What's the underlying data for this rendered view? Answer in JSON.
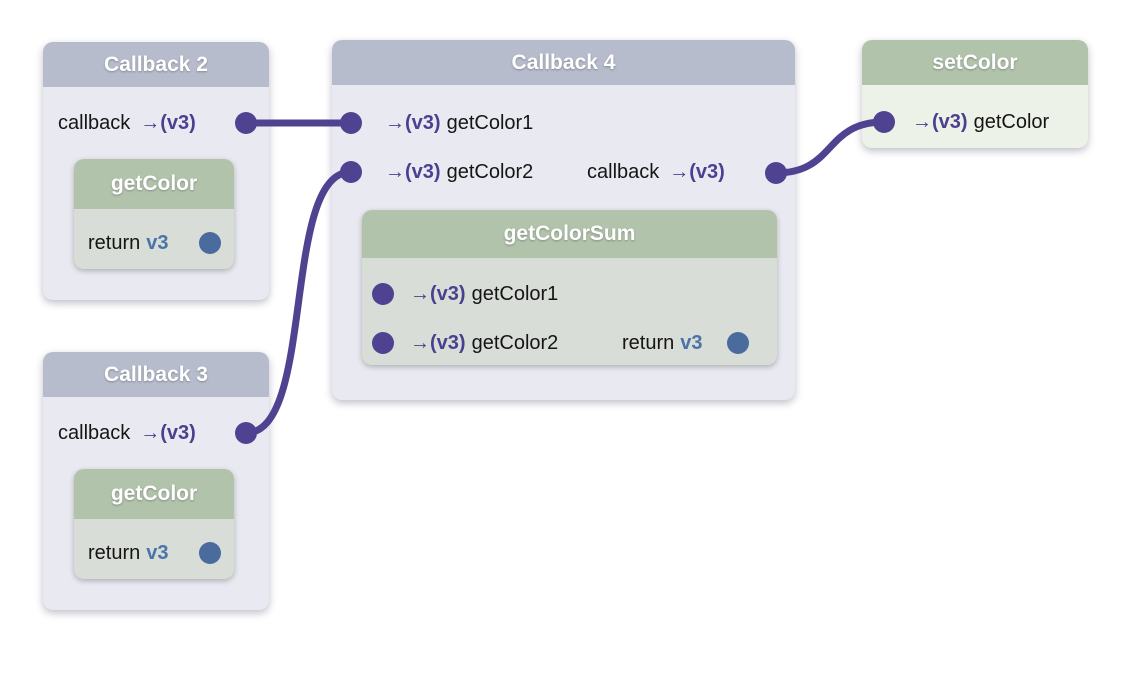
{
  "colors": {
    "background": "#ffffff",
    "purple_text": "#4b3f90",
    "wire_purple": "#4f4391",
    "blue_text": "#4a74a8",
    "blue_dot": "#4a6b9d",
    "callback_header_bg": "#b7bccc",
    "callback_body_bg": "#e9eaf1",
    "green_header_bg": "#b2c3ac",
    "green_body_bg": "#d8ddd7",
    "setcolor_body_bg": "#edf2e9"
  },
  "callback2": {
    "title": "Callback 2",
    "callback_port": {
      "label": "callback",
      "arrow": "→",
      "params": "(v3)"
    },
    "get_color": {
      "title": "getColor",
      "return_label": "return",
      "return_value": "v3"
    }
  },
  "callback3": {
    "title": "Callback 3",
    "callback_port": {
      "label": "callback",
      "arrow": "→",
      "params": "(v3)"
    },
    "get_color": {
      "title": "getColor",
      "return_label": "return",
      "return_value": "v3"
    }
  },
  "callback4": {
    "title": "Callback 4",
    "input1": {
      "arrow": "→",
      "params": "(v3)",
      "name": "getColor1"
    },
    "input2": {
      "arrow": "→",
      "params": "(v3)",
      "name": "getColor2"
    },
    "callback_port": {
      "label": "callback",
      "arrow": "→",
      "params": "(v3)"
    },
    "get_color_sum": {
      "title": "getColorSum",
      "input1": {
        "arrow": "→",
        "params": "(v3)",
        "name": "getColor1"
      },
      "input2": {
        "arrow": "→",
        "params": "(v3)",
        "name": "getColor2"
      },
      "return_label": "return",
      "return_value": "v3"
    }
  },
  "set_color": {
    "title": "setColor",
    "input": {
      "arrow": "→",
      "params": "(v3)",
      "name": "getColor"
    }
  }
}
